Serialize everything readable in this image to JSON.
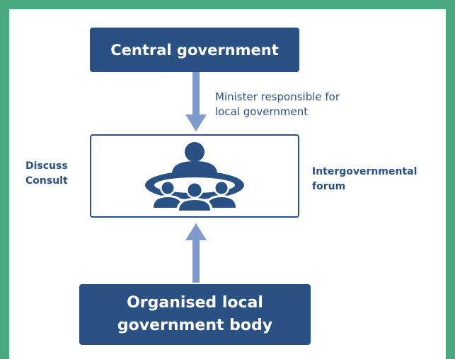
{
  "central": {
    "title": "Central government"
  },
  "minister": {
    "line1": "Minister responsible for",
    "line2": "local government"
  },
  "forum": {
    "line1": "Intergovernmental",
    "line2": "forum",
    "icon": "meeting-table-icon"
  },
  "actions": {
    "line1": "Discuss",
    "line2": "Consult"
  },
  "local": {
    "line1": "Organised local",
    "line2": "government body"
  },
  "colors": {
    "frame": "#4aa97f",
    "box": "#2a5183",
    "arrow": "#7f9acc",
    "text": "#2a5183"
  }
}
